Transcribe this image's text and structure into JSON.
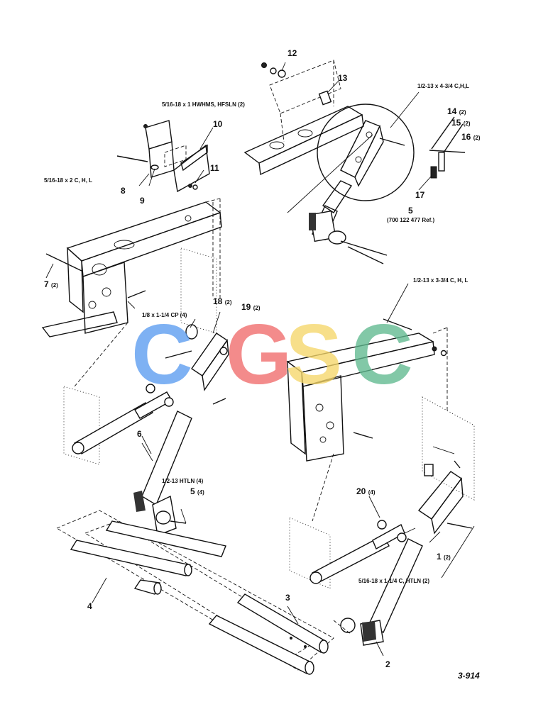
{
  "figure_ref": "3-914",
  "watermark": {
    "letters": [
      "C",
      "G",
      "S",
      "C"
    ],
    "colors": [
      "#5a9cf0",
      "#f06b6b",
      "#f5d76a",
      "#5fb98f"
    ]
  },
  "callouts": {
    "c1": "1",
    "c1_qty": "(2)",
    "c2": "2",
    "c3": "3",
    "c4": "4",
    "c5": "5",
    "c5_ref": "(700 122 477 Ref.)",
    "c5b": "5",
    "c5b_qty": "(4)",
    "c6": "6",
    "c7": "7",
    "c7_qty": "(2)",
    "c8": "8",
    "c9": "9",
    "c10": "10",
    "c11": "11",
    "c12": "12",
    "c13": "13",
    "c14": "14",
    "c14_qty": "(2)",
    "c15": "15",
    "c15_qty": "(2)",
    "c16": "16",
    "c16_qty": "(2)",
    "c17": "17",
    "c18": "18",
    "c18_qty": "(2)",
    "c19": "19",
    "c19_qty": "(2)",
    "c20": "20",
    "c20_qty": "(4)"
  },
  "hardware": {
    "h1": "5/16-18 x 1 HWHMS, HFSLN (2)",
    "h2": "5/16-18 x 2 C, H, L",
    "h3": "1/2-13 x 4-3/4 C,H,L",
    "h4": "1/8 x 1-1/4 CP (4)",
    "h5": "1/2-13 x 3-3/4 C, H, L",
    "h6": "1/2-13 HTLN (4)",
    "h7": "5/16-18 x 1-1/4 C, HTLN (2)"
  },
  "icons": [
    "bolt-icon",
    "nut-icon",
    "washer-icon",
    "tube-icon",
    "bracket-icon"
  ]
}
